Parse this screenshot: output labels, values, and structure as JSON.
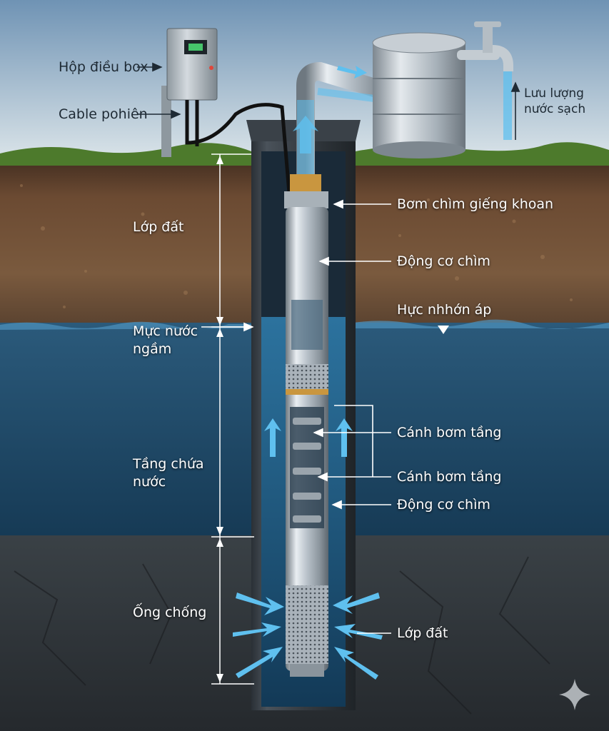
{
  "colors": {
    "sky_top": "#6f93b4",
    "sky_bottom": "#dde6ea",
    "soil": "#6b4a32",
    "water": "#1f4f72",
    "rock": "#2f3438",
    "casing": "#2a3036",
    "pump_steel": "#b9c2ca",
    "flow_arrow": "#5fc0ef",
    "brass": "#c9963f"
  },
  "labels": {
    "control_box": "Hộp điều box",
    "cable": "Cable pohiên",
    "flow_rate": "Lưu lượng nước sạch",
    "soil_layer": "Lớp đất",
    "water_level": "Mực nước ngầm",
    "aquifer": "Tầng chứa nước",
    "casing_pipe": "Ống chống",
    "submersible_pump": "Bơm chìm giếng khoan",
    "motor_upper": "Động cơ chìm",
    "pressure_check": "Hực nhhớn áp",
    "impeller_stage_1": "Cánh bơm tầng",
    "impeller_stage_2": "Cánh bơm tầng",
    "motor_lower": "Động cơ chìm",
    "soil_layer_bottom": "Lớp đất"
  },
  "icons": {
    "watermark": "sparkle-icon",
    "down_marker": "triangle-down-icon"
  }
}
